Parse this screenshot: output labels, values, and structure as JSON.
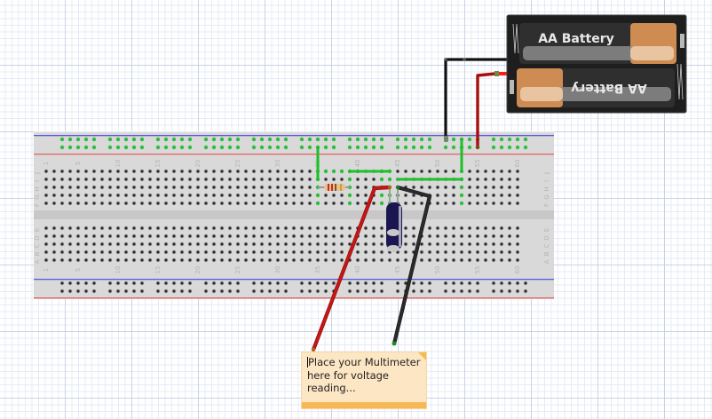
{
  "app": {
    "view": "Breadboard view",
    "colors": {
      "breadboard": "#d9d9d9",
      "power_rail_positive": "#e5484d",
      "power_rail_negative": "#4a4ae6",
      "connected_hole": "#2fbf3a",
      "wire_red": "#c81414",
      "wire_black": "#1a1a1a",
      "wire_green": "#1fbf2a",
      "battery_body": "#262626",
      "battery_cell": "#cf8c52",
      "note_bg": "#fde6c4",
      "note_bar": "#f8b955"
    }
  },
  "breadboard": {
    "columns": 60,
    "column_labels": [
      "1",
      "5",
      "10",
      "15",
      "20",
      "25",
      "30",
      "35",
      "40",
      "45",
      "50",
      "55",
      "60"
    ],
    "top_row_labels": [
      "J",
      "I",
      "H",
      "G",
      "F"
    ],
    "bottom_row_labels": [
      "E",
      "D",
      "C",
      "B",
      "A"
    ]
  },
  "battery_pack": {
    "cells": [
      {
        "label": "AA Battery",
        "orientation": "normal"
      },
      {
        "label": "AA Battery",
        "orientation": "flipped"
      }
    ]
  },
  "components": [
    {
      "type": "resistor",
      "bands": [
        "#c62828",
        "#c62828",
        "#8d4e1f",
        "#c9a13b"
      ]
    },
    {
      "type": "electrolytic-capacitor",
      "color": "#1c1650"
    }
  ],
  "wires": [
    {
      "name": "battery-negative-wire",
      "color": "black"
    },
    {
      "name": "battery-positive-wire",
      "color": "red"
    },
    {
      "name": "multimeter-red-probe",
      "color": "red"
    },
    {
      "name": "multimeter-black-probe",
      "color": "black"
    },
    {
      "name": "jumper-1",
      "color": "green"
    },
    {
      "name": "jumper-2",
      "color": "green"
    },
    {
      "name": "jumper-3",
      "color": "green"
    },
    {
      "name": "jumper-4",
      "color": "green"
    }
  ],
  "note": {
    "text": "Place your Multimeter here for voltage reading..."
  }
}
